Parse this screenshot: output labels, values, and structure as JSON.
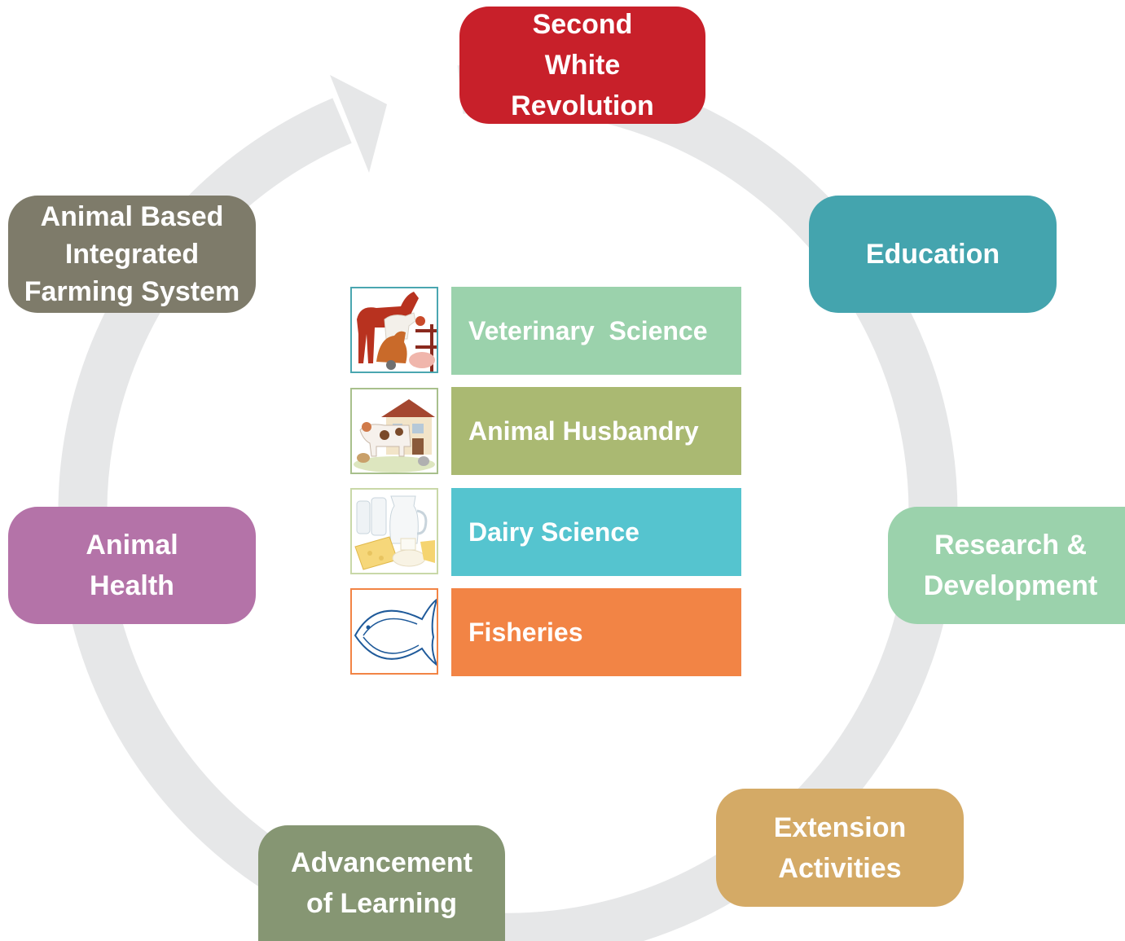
{
  "cycle": {
    "nodes": [
      {
        "id": "second-white-revolution",
        "lines": [
          "Second",
          "White",
          "Revolution"
        ],
        "color": "#c8202a"
      },
      {
        "id": "education",
        "lines": [
          "Education"
        ],
        "color": "#44a4ae"
      },
      {
        "id": "research-development",
        "lines": [
          "Research &",
          "Development"
        ],
        "color": "#9bd2ac"
      },
      {
        "id": "extension-activities",
        "lines": [
          "Extension",
          "Activities"
        ],
        "color": "#d4aa66"
      },
      {
        "id": "advancement-of-learning",
        "lines": [
          "Advancement",
          "of Learning"
        ],
        "color": "#869673"
      },
      {
        "id": "animal-health",
        "lines": [
          "Animal",
          "Health"
        ],
        "color": "#b473a8"
      },
      {
        "id": "animal-based-integrated-farming",
        "lines": [
          "Animal Based",
          "Integrated",
          "Farming System"
        ],
        "color": "#7e7b6a"
      }
    ],
    "ring_color": "#e6e7e8"
  },
  "disciplines": [
    {
      "label": "Veterinary  Science",
      "color": "#9bd2ac",
      "icon": "farm-animals-icon",
      "border": "#4aa6b0"
    },
    {
      "label": "Animal Husbandry",
      "color": "#aab972",
      "icon": "farmhouse-animals-icon",
      "border": "#a8c08c"
    },
    {
      "label": "Dairy Science",
      "color": "#55c4cf",
      "icon": "dairy-products-icon",
      "border": "#c9d8a8"
    },
    {
      "label": "Fisheries",
      "color": "#f28445",
      "icon": "fish-icon",
      "border": "#f28445"
    }
  ]
}
